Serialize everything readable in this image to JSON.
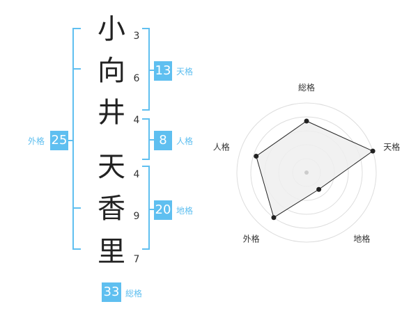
{
  "name_chars": [
    {
      "char": "小",
      "strokes": "3"
    },
    {
      "char": "向",
      "strokes": "6"
    },
    {
      "char": "井",
      "strokes": "4"
    },
    {
      "char": "天",
      "strokes": "4"
    },
    {
      "char": "香",
      "strokes": "9"
    },
    {
      "char": "里",
      "strokes": "7"
    }
  ],
  "scores": {
    "tenkaku": {
      "value": "13",
      "label": "天格"
    },
    "jinkaku": {
      "value": "8",
      "label": "人格"
    },
    "chikaku": {
      "value": "20",
      "label": "地格"
    },
    "gaikaku": {
      "value": "25",
      "label": "外格"
    },
    "soukaku": {
      "value": "33",
      "label": "総格"
    }
  },
  "colors": {
    "accent": "#5fbff0",
    "text": "#222222",
    "grid": "#dddddd",
    "fill": "#eeeeee"
  },
  "chart_data": {
    "type": "radar",
    "axes": [
      "総格",
      "天格",
      "地格",
      "外格",
      "人格"
    ],
    "values": [
      3.7,
      5.0,
      1.5,
      4.0,
      3.8
    ],
    "rmax": 5,
    "rings": 5
  }
}
